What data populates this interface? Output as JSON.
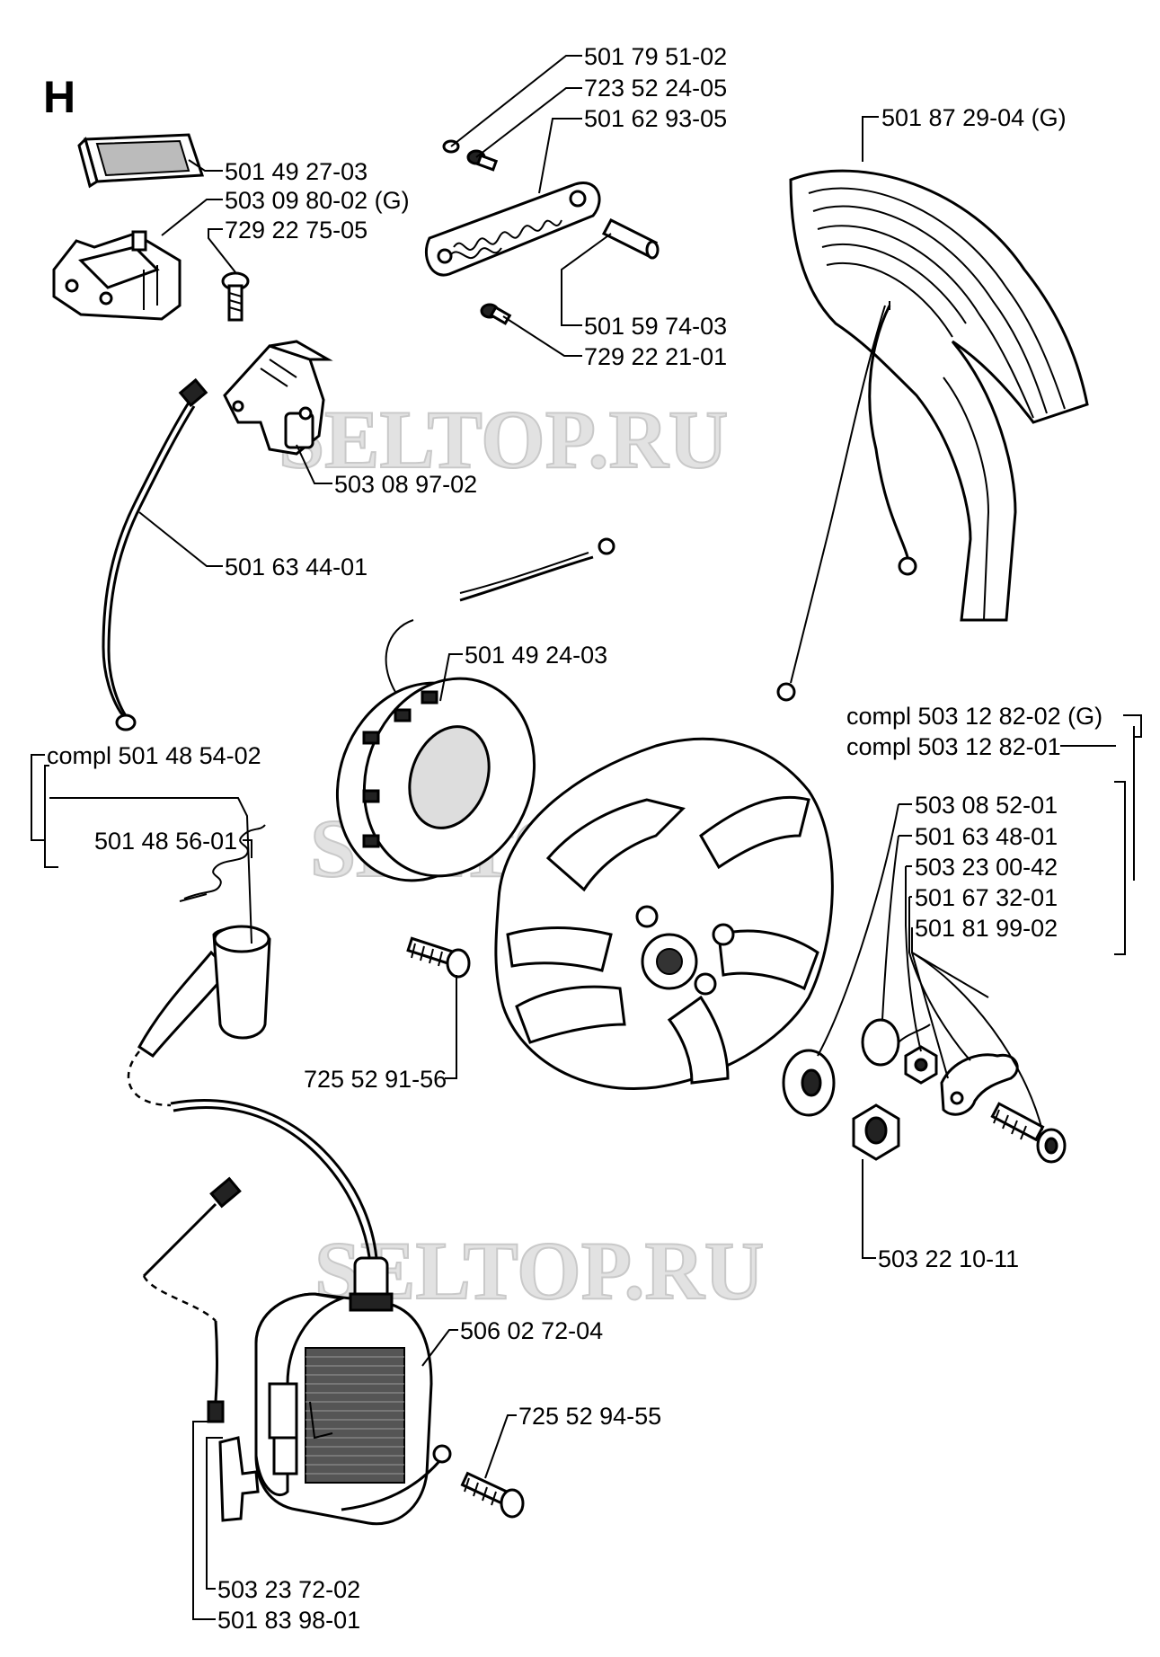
{
  "section_letter": "H",
  "watermarks": [
    "SELTOP.RU",
    "SELTOP.RU",
    "SELTOP.RU"
  ],
  "labels": {
    "p501_79_51_02": "501 79 51-02",
    "p723_52_24_05": "723 52 24-05",
    "p501_62_93_05": "501 62 93-05",
    "p501_87_29_04": "501 87 29-04 (G)",
    "p501_49_27_03": "501 49 27-03",
    "p503_09_80_02": "503 09 80-02 (G)",
    "p729_22_75_05": "729 22 75-05",
    "p501_59_74_03": "501 59 74-03",
    "p729_22_21_01": "729 22 21-01",
    "p503_08_97_02": "503 08 97-02",
    "p501_63_44_01": "501 63 44-01",
    "p501_49_24_03": "501 49 24-03",
    "compl_503_12_82_02": "compl 503 12 82-02 (G)",
    "compl_503_12_82_01": "compl 503 12 82-01",
    "compl_501_48_54_02": "compl 501 48 54-02",
    "p501_48_56_01": "501 48 56-01",
    "p503_08_52_01": "503 08 52-01",
    "p501_63_48_01": "501 63 48-01",
    "p503_23_00_42": "503 23 00-42",
    "p501_67_32_01": "501 67 32-01",
    "p501_81_99_02": "501 81 99-02",
    "p725_52_91_56": "725 52 91-56",
    "p503_22_10_11": "503 22 10-11",
    "p506_02_72_04": "506 02 72-04",
    "p725_52_94_55": "725 52 94-55",
    "p503_23_72_02": "503 23 72-02",
    "p501_83_98_01": "501 83 98-01"
  }
}
